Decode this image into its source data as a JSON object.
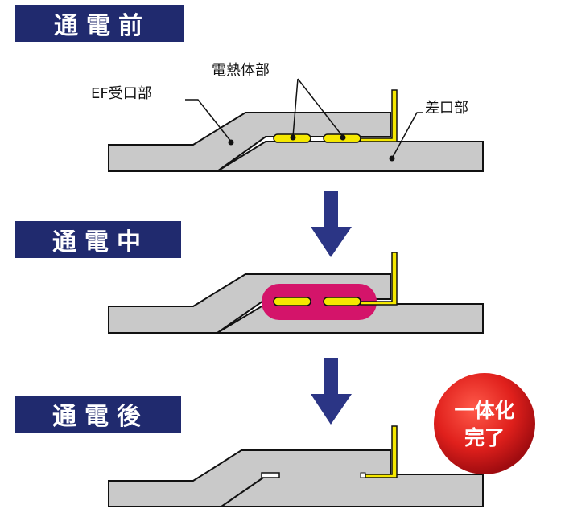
{
  "stages": {
    "before": "通電前",
    "during": "通電中",
    "after": "通電後"
  },
  "labels": {
    "ef_socket": "EF受口部",
    "heating_element": "電熱体部",
    "spigot": "差口部"
  },
  "badge": {
    "line1": "一体化",
    "line2": "完了"
  },
  "colors": {
    "stage_label_bg": "#202a6e",
    "pipe_fill": "#c9c9c9",
    "heater_fill": "#f5e800",
    "melt_zone": "#d4146a",
    "arrow": "#2b3585",
    "badge": "#d8191c"
  }
}
